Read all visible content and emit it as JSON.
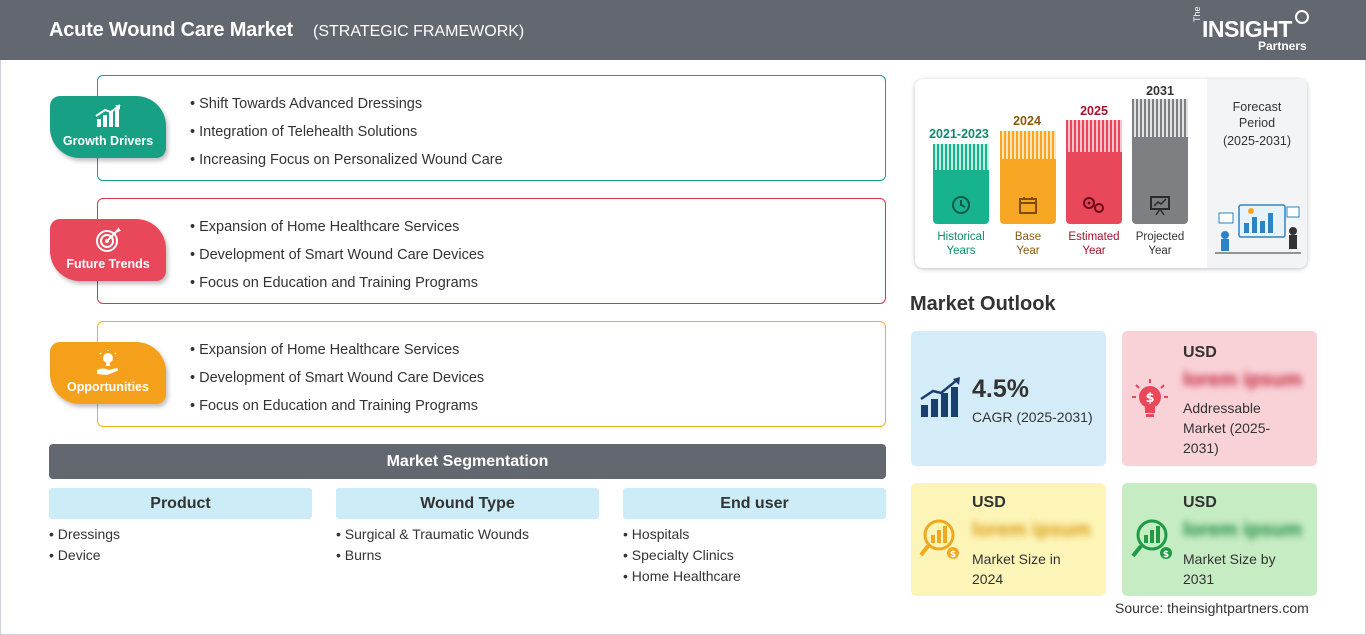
{
  "header": {
    "title": "Acute Wound Care Market",
    "subtitle": "(STRATEGIC FRAMEWORK)",
    "logo": {
      "the": "The",
      "insight": "INSIGHT",
      "partners": "Partners"
    }
  },
  "categories": [
    {
      "label": "Growth Drivers",
      "icon": "growth-chart-icon",
      "color": "#17a084",
      "items": [
        "Shift Towards Advanced Dressings",
        "Integration of Telehealth Solutions",
        "Increasing Focus on Personalized Wound Care"
      ]
    },
    {
      "label": "Future Trends",
      "icon": "target-icon",
      "color": "#e8485a",
      "items": [
        "Expansion of Home Healthcare Services",
        "Development of Smart Wound Care Devices",
        "Focus on Education and Training Programs"
      ]
    },
    {
      "label": "Opportunities",
      "icon": "lightbulb-hand-icon",
      "color": "#f5a01a",
      "items": [
        "Expansion of Home Healthcare Services",
        "Development of Smart Wound Care Devices",
        "Focus on Education and Training Programs"
      ]
    }
  ],
  "segmentation": {
    "title": "Market Segmentation",
    "columns": [
      {
        "header": "Product",
        "items": [
          "Dressings",
          "Device"
        ]
      },
      {
        "header": "Wound Type",
        "items": [
          "Surgical & Traumatic Wounds",
          "Burns"
        ]
      },
      {
        "header": "End user",
        "items": [
          "Hospitals",
          "Specialty Clinics",
          "Home Healthcare"
        ]
      }
    ]
  },
  "timeline": {
    "bars": [
      {
        "year": "2021-2023",
        "caption_line1": "Historical",
        "caption_line2": "Years",
        "color": "#17b38f",
        "year_color": "#0f8a6e",
        "icon": "history-clock-icon"
      },
      {
        "year": "2024",
        "caption_line1": "Base",
        "caption_line2": "Year",
        "color": "#f6a623",
        "year_color": "#8a5a0c",
        "icon": "calendar-icon"
      },
      {
        "year": "2025",
        "caption_line1": "Estimated",
        "caption_line2": "Year",
        "color": "#e8485a",
        "year_color": "#a3122a",
        "icon": "gears-icon"
      },
      {
        "year": "2031",
        "caption_line1": "Projected",
        "caption_line2": "Year",
        "color": "#7d7f83",
        "year_color": "#333333",
        "icon": "presentation-board-icon"
      }
    ],
    "forecast": {
      "line1": "Forecast",
      "line2": "Period",
      "line3": "(2025-2031)"
    }
  },
  "outlook": {
    "title": "Market Outlook",
    "cagr": {
      "value": "4.5%",
      "label": "CAGR (2025-2031)",
      "bg": "#d4ecf7",
      "icon": "bar-growth-icon"
    },
    "addressable": {
      "currency": "USD",
      "value": "lorem ipsum",
      "label_line1": "Addressable",
      "label_line2": "Market (2025-",
      "label_line3": "2031)",
      "bg": "#f9d2d8",
      "icon": "dollar-bulb-icon"
    },
    "size_2024": {
      "currency": "USD",
      "value": "lorem ipsum",
      "label_line1": "Market Size in",
      "label_line2": "2024",
      "bg": "#fdf5b8",
      "icon": "magnifier-chart-icon"
    },
    "size_2031": {
      "currency": "USD",
      "value": "lorem ipsum",
      "label_line1": "Market Size by",
      "label_line2": "2031",
      "bg": "#c6ecc4",
      "icon": "magnifier-chart-icon"
    }
  },
  "source": "Source: theinsightpartners.com"
}
